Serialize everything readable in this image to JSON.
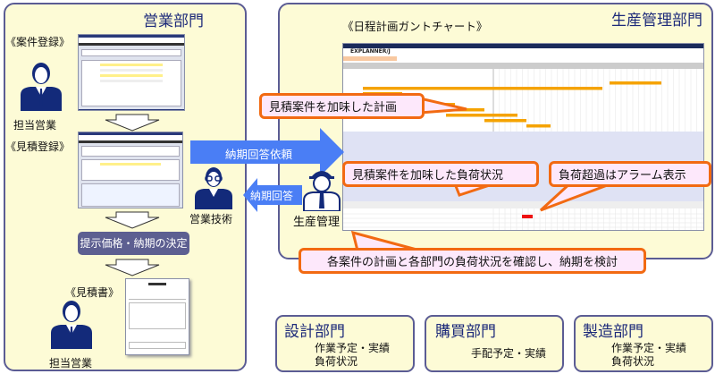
{
  "sales": {
    "title": "営業部門",
    "case_registration": "《案件登録》",
    "estimate_registration": "《見積登録》",
    "decision": "提示価格・納期の決定",
    "estimate_doc": "《見積書》",
    "sales_rep_top": "担当営業",
    "sales_rep_bottom": "担当営業",
    "sales_engineer": "営業技術"
  },
  "arrows": {
    "request": "納期回答依頼",
    "answer": "納期回答"
  },
  "production": {
    "title": "生産管理部門",
    "chart_title": "《日程計画ガントチャート》",
    "manager": "生産管理",
    "app_name": "EXPLANNER/J",
    "callouts": {
      "plan": "見積案件を加味した計画",
      "load": "見積案件を加味した負荷状況",
      "alarm": "負荷超過はアラーム表示",
      "review": "各案件の計画と各部門の負荷状況を確認し、納期を検討"
    }
  },
  "departments": [
    {
      "title": "設計部門",
      "lines": [
        "作業予定・実績",
        "負荷状況"
      ]
    },
    {
      "title": "購買部門",
      "lines": [
        "手配予定・実績"
      ]
    },
    {
      "title": "製造部門",
      "lines": [
        "作業予定・実績",
        "負荷状況"
      ]
    }
  ],
  "colors": {
    "panel_bg": "#fdfbd6",
    "panel_border": "#5b5c94",
    "callout_border": "#f26a12",
    "callout_bg": "#fde8fb",
    "arrow_blue": "#4a7ef5",
    "gantt_bar": "#f5a300",
    "alarm": "#ee1111",
    "teal": "#3cc4b4"
  }
}
